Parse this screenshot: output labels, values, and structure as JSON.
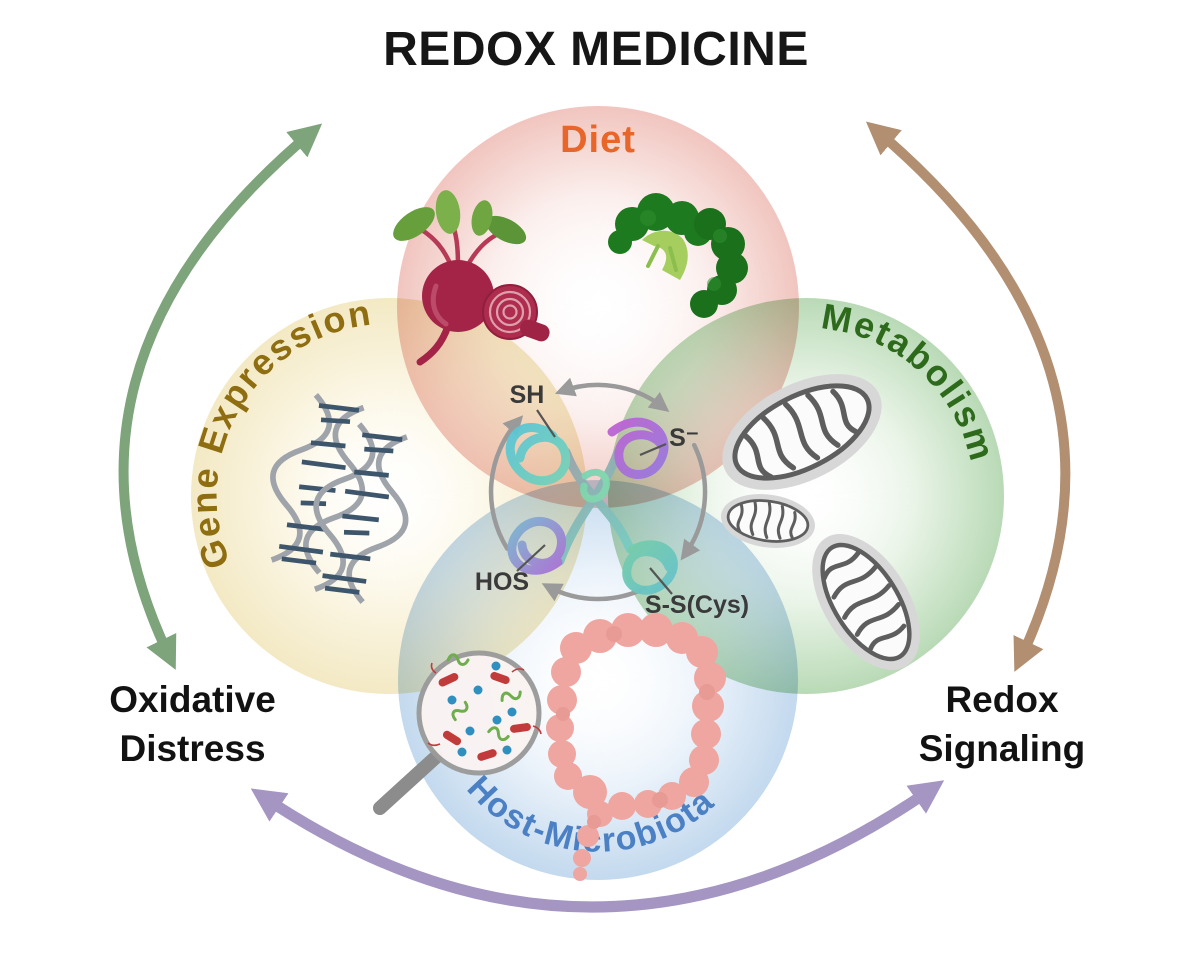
{
  "title": "REDOX MEDICINE",
  "circles": {
    "diet": {
      "label": "Diet",
      "color": "#E8662A",
      "tint": "#F1C5BF"
    },
    "gene_expression": {
      "label": "Gene Expression",
      "color": "#8E6E10",
      "tint": "#F3E9C4"
    },
    "metabolism": {
      "label": "Metabolism",
      "color": "#2E6A1C",
      "tint": "#B9DAB6"
    },
    "host_microbiota": {
      "label": "Host-Microbiota",
      "color": "#4B80C4",
      "tint": "#C3D9EE"
    }
  },
  "center": {
    "sh": "SH",
    "s_minus": "S⁻",
    "hos": "HOS",
    "ss_cys": "S-S(Cys)"
  },
  "outer": {
    "left_line1": "Oxidative",
    "left_line2": "Distress",
    "right_line1": "Redox",
    "right_line2": "Signaling"
  },
  "arrows": {
    "left_color": "#7DA47A",
    "right_color": "#B28F70",
    "bottom_color": "#A495C2",
    "cycle_color": "#9A9A9A"
  },
  "icons": {
    "diet": [
      "beet-icon",
      "broccoli-icon"
    ],
    "gene_expression": [
      "dna-helix-icon"
    ],
    "metabolism": [
      "mitochondria-icon"
    ],
    "host_microbiota": [
      "colon-icon",
      "magnifier-bacteria-icon"
    ],
    "center": [
      "protein-ribbon-icon"
    ]
  }
}
